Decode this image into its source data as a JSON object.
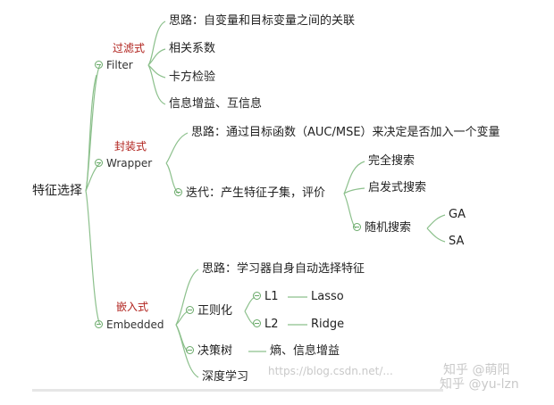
{
  "root": "特征选择",
  "filter": {
    "category": "过滤式",
    "name": "Filter",
    "items": [
      "思路：自变量和目标变量之间的关联",
      "相关系数",
      "卡方检验",
      "信息增益、互信息"
    ]
  },
  "wrapper": {
    "category": "封装式",
    "name": "Wrapper",
    "idea": "思路：通过目标函数（AUC/MSE）来决定是否加入一个变量",
    "iterate": "迭代：产生特征子集，评价",
    "search_full": "完全搜索",
    "search_heuristic": "启发式搜索",
    "search_random": "随机搜索",
    "ga": "GA",
    "sa": "SA"
  },
  "embedded": {
    "category": "嵌入式",
    "name": "Embedded",
    "idea": "思路：学习器自身自动选择特征",
    "regularization": "正则化",
    "l1": "L1",
    "lasso": "Lasso",
    "l2": "L2",
    "ridge": "Ridge",
    "tree": "决策树",
    "tree_desc": "熵、信息增益",
    "deep": "深度学习"
  },
  "watermark": {
    "url": "https://blog.csdn.net/...",
    "zhihu1": "知乎 @萌阳",
    "zhihu2": "知乎 @yu-lzn"
  },
  "colors": {
    "line": "#8cc08c",
    "category": "#b0211c",
    "text": "#222222"
  }
}
